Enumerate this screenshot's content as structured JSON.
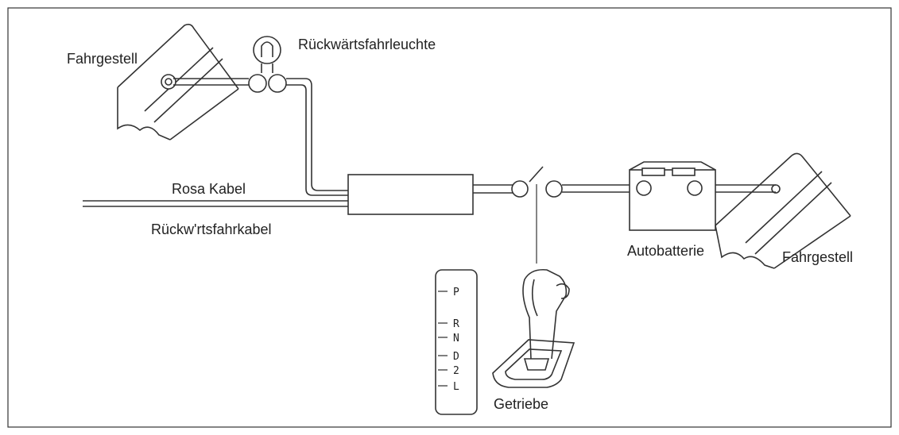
{
  "labels": {
    "chassis_left": "Fahrgestell",
    "reverse_light": "Rückwärtsfahrleuchte",
    "pink_cable": "Rosa Kabel",
    "reverse_cable": "Rückw'rtsfahrkabel",
    "battery": "Autobatterie",
    "chassis_right": "Fahrgestell",
    "transmission": "Getriebe"
  },
  "gear_positions": [
    "P",
    "R",
    "N",
    "D",
    "2",
    "L"
  ],
  "colors": {
    "line": "#333333",
    "background": "#ffffff",
    "text": "#222222"
  }
}
